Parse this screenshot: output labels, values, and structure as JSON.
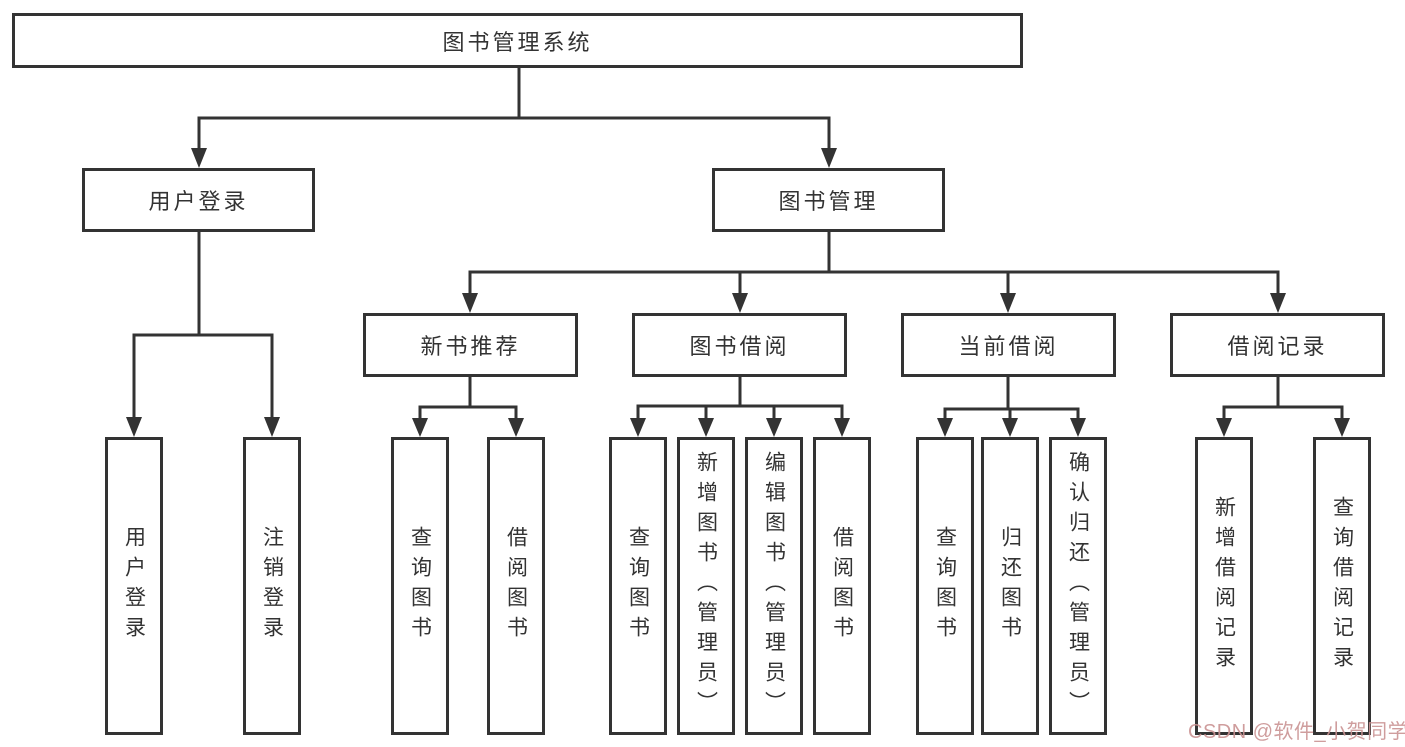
{
  "tree": {
    "root": "图书管理系统",
    "branches": [
      {
        "label": "用户登录",
        "children": [
          "用户登录",
          "注销登录"
        ]
      },
      {
        "label": "图书管理",
        "sections": [
          {
            "label": "新书推荐",
            "children": [
              "查询图书",
              "借阅图书"
            ]
          },
          {
            "label": "图书借阅",
            "children": [
              "查询图书",
              "新增图书（管理员）",
              "编辑图书（管理员）",
              "借阅图书"
            ]
          },
          {
            "label": "当前借阅",
            "children": [
              "查询图书",
              "归还图书",
              "确认归还（管理员）"
            ]
          },
          {
            "label": "借阅记录",
            "children": [
              "新增借阅记录",
              "查询借阅记录"
            ]
          }
        ]
      }
    ]
  },
  "watermark": {
    "text": "CSDN @软件_小贺同学"
  },
  "colors": {
    "line": "#333333",
    "box_border": "#333333",
    "text": "#333333",
    "watermark": "#ca9292",
    "background": "#ffffff"
  }
}
